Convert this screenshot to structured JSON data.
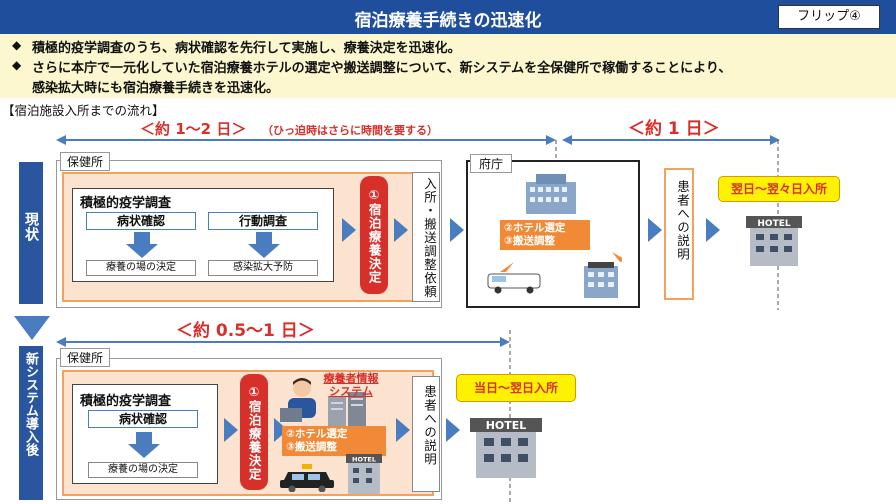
{
  "title": "宿泊療養手続きの迅速化",
  "flip_label": "フリップ④",
  "bullets": [
    "積極的疫学調査のうち、病状確認を先行して実施し、療養決定を迅速化。",
    "さらに本庁で一元化していた宿泊療養ホテルの選定や搬送調整について、新システムを全保健所で稼働することにより、",
    "感染拡大時にも宿泊療養手続きを迅速化。"
  ],
  "section_heading": "【宿泊施設入所までの流れ】",
  "current": {
    "side_label": "現状",
    "time1": "＜約 1～2 日＞",
    "time1_note": "（ひっ迫時はさらに時間を要する）",
    "time2": "＜約 1 日＞",
    "hc_label": "保健所",
    "survey_title": "積極的疫学調査",
    "box_condition": "病状確認",
    "box_behavior": "行動調査",
    "outcome_care": "療養の場の決定",
    "outcome_prevent": "感染拡大予防",
    "decision": "①宿泊療養決定",
    "request": "入所・搬送調整依頼",
    "office_label": "府庁",
    "office_tasks": [
      "②ホテル選定",
      "③搬送調整"
    ],
    "explain": "患者への説明",
    "admission": "翌日～翌々日入所"
  },
  "new": {
    "side_label": "新システム導入後",
    "time": "＜約 0.5～1 日＞",
    "hc_label": "保健所",
    "survey_title": "積極的疫学調査",
    "box_condition": "病状確認",
    "outcome_care": "療養の場の決定",
    "decision": "①宿泊療養決定",
    "system_label": [
      "療養者情報",
      "システム"
    ],
    "system_tasks": [
      "②ホテル選定",
      "③搬送調整"
    ],
    "explain": "患者への説明",
    "admission": "当日～翌日入所"
  },
  "hotel_sign": "HOTEL",
  "colors": {
    "title_bg": "#1f4e9c",
    "bullet_bg": "#fdf7cf",
    "red": "#d7302b",
    "orange": "#f08a36",
    "arrow_blue": "#4a7cc0",
    "side_blue": "#2a56a0"
  }
}
